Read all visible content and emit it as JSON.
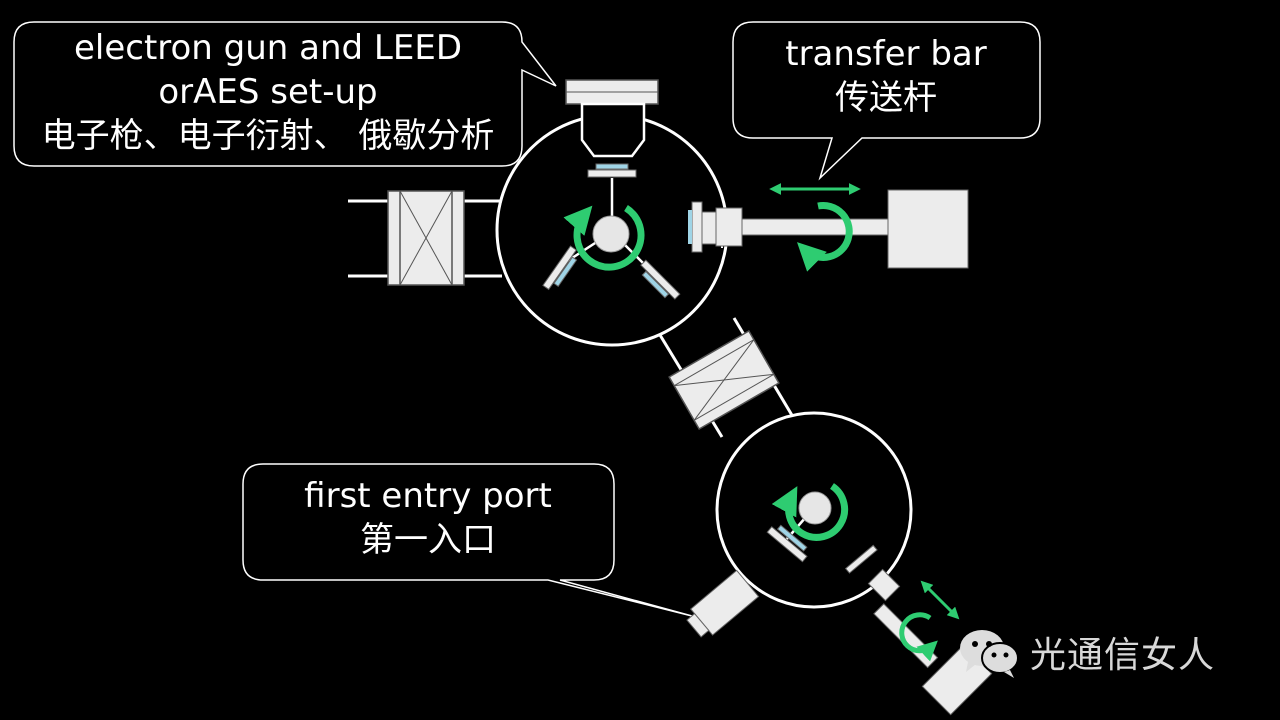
{
  "callouts": {
    "gun": {
      "line1": "electron gun and LEED",
      "line2": "orAES set-up",
      "line3": "电子枪、电子衍射、 俄歇分析"
    },
    "transfer": {
      "line1": "transfer bar",
      "line2": "传送杆"
    },
    "entry": {
      "line1": "first entry port",
      "line2": "第一入口"
    }
  },
  "watermark": {
    "text": "光通信女人",
    "icon": "wechat-icon"
  },
  "colors": {
    "background": "#000000",
    "outline": "#ffffff",
    "component_fill": "#ececec",
    "rotation_arrow": "#2ecc71",
    "window_blue": "#9fd4e6"
  }
}
